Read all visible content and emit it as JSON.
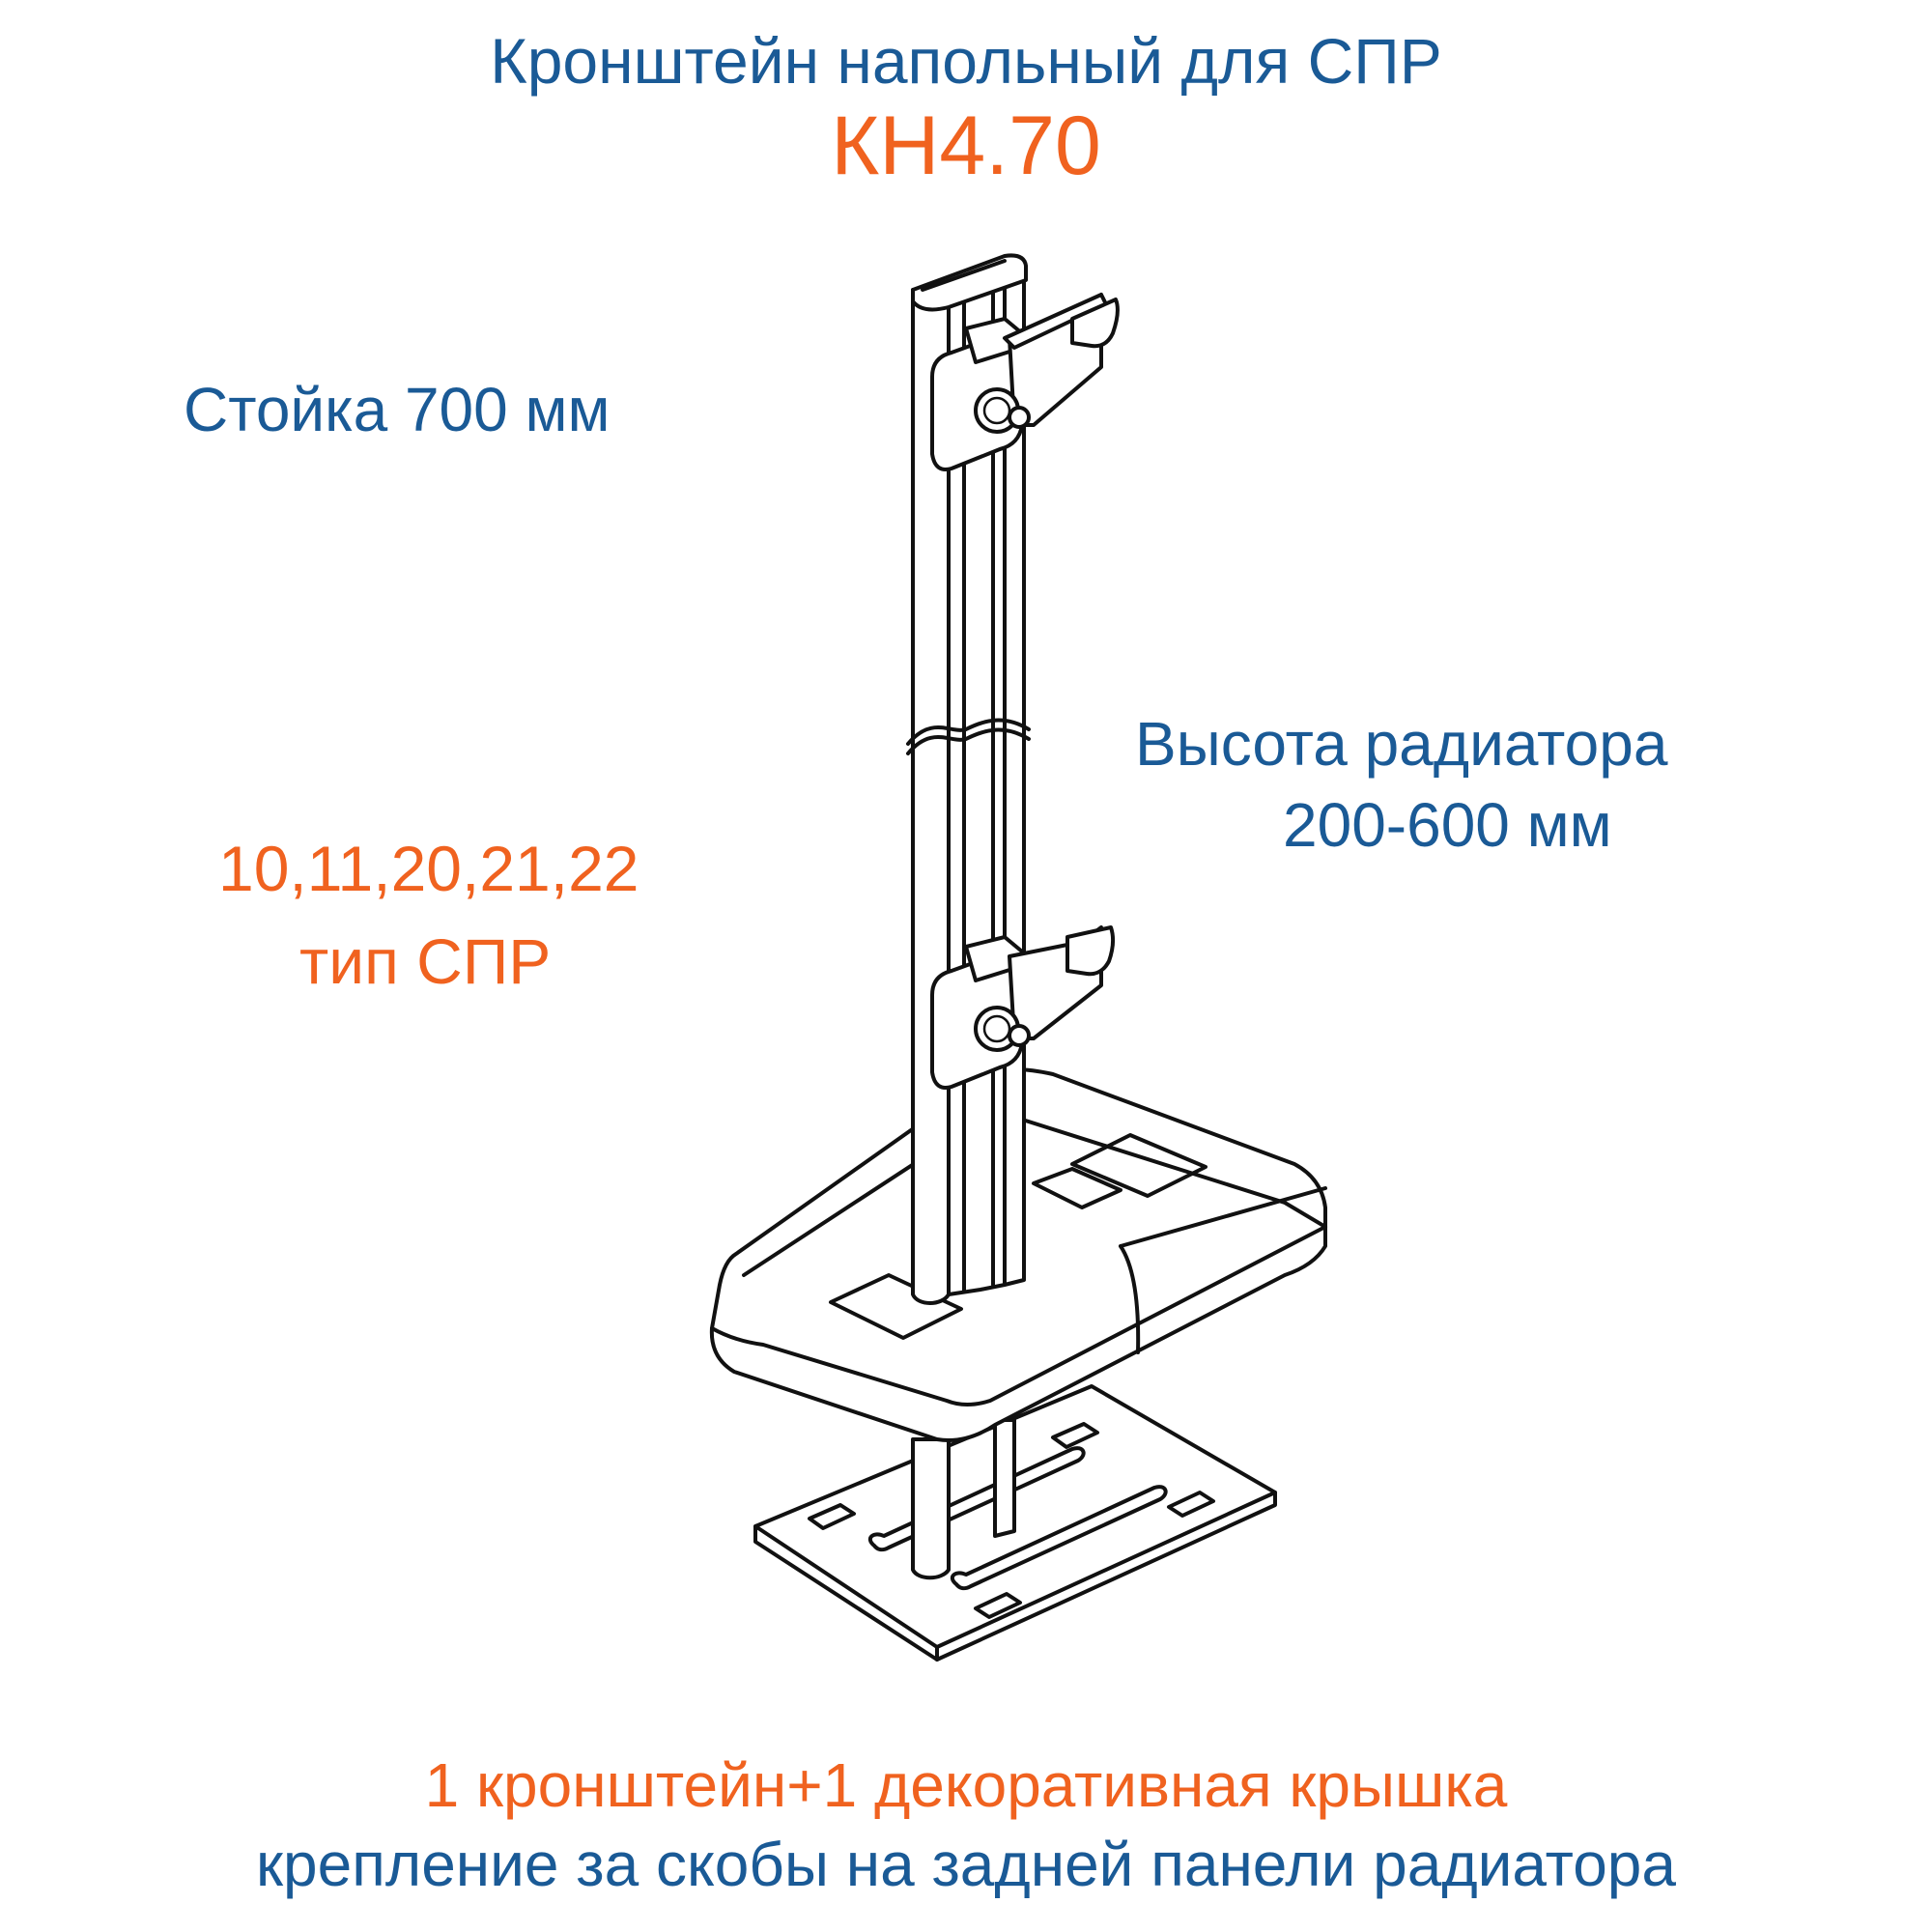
{
  "header": {
    "title": "Кронштейн напольный для СПР",
    "model": "КН4.70"
  },
  "specs": {
    "post_length": "Стойка 700 мм",
    "radiator_height_label": "Высота радиатора",
    "radiator_height_value": "200-600 мм",
    "types_values": "10,11,20,21,22",
    "types_label": "тип СПР"
  },
  "footer": {
    "kit": "1 кронштейн+1 декоративная крышка",
    "mounting": "крепление за скобы на задней панели радиатора"
  },
  "colors": {
    "blue": "#1a5a96",
    "orange": "#f0621f"
  }
}
